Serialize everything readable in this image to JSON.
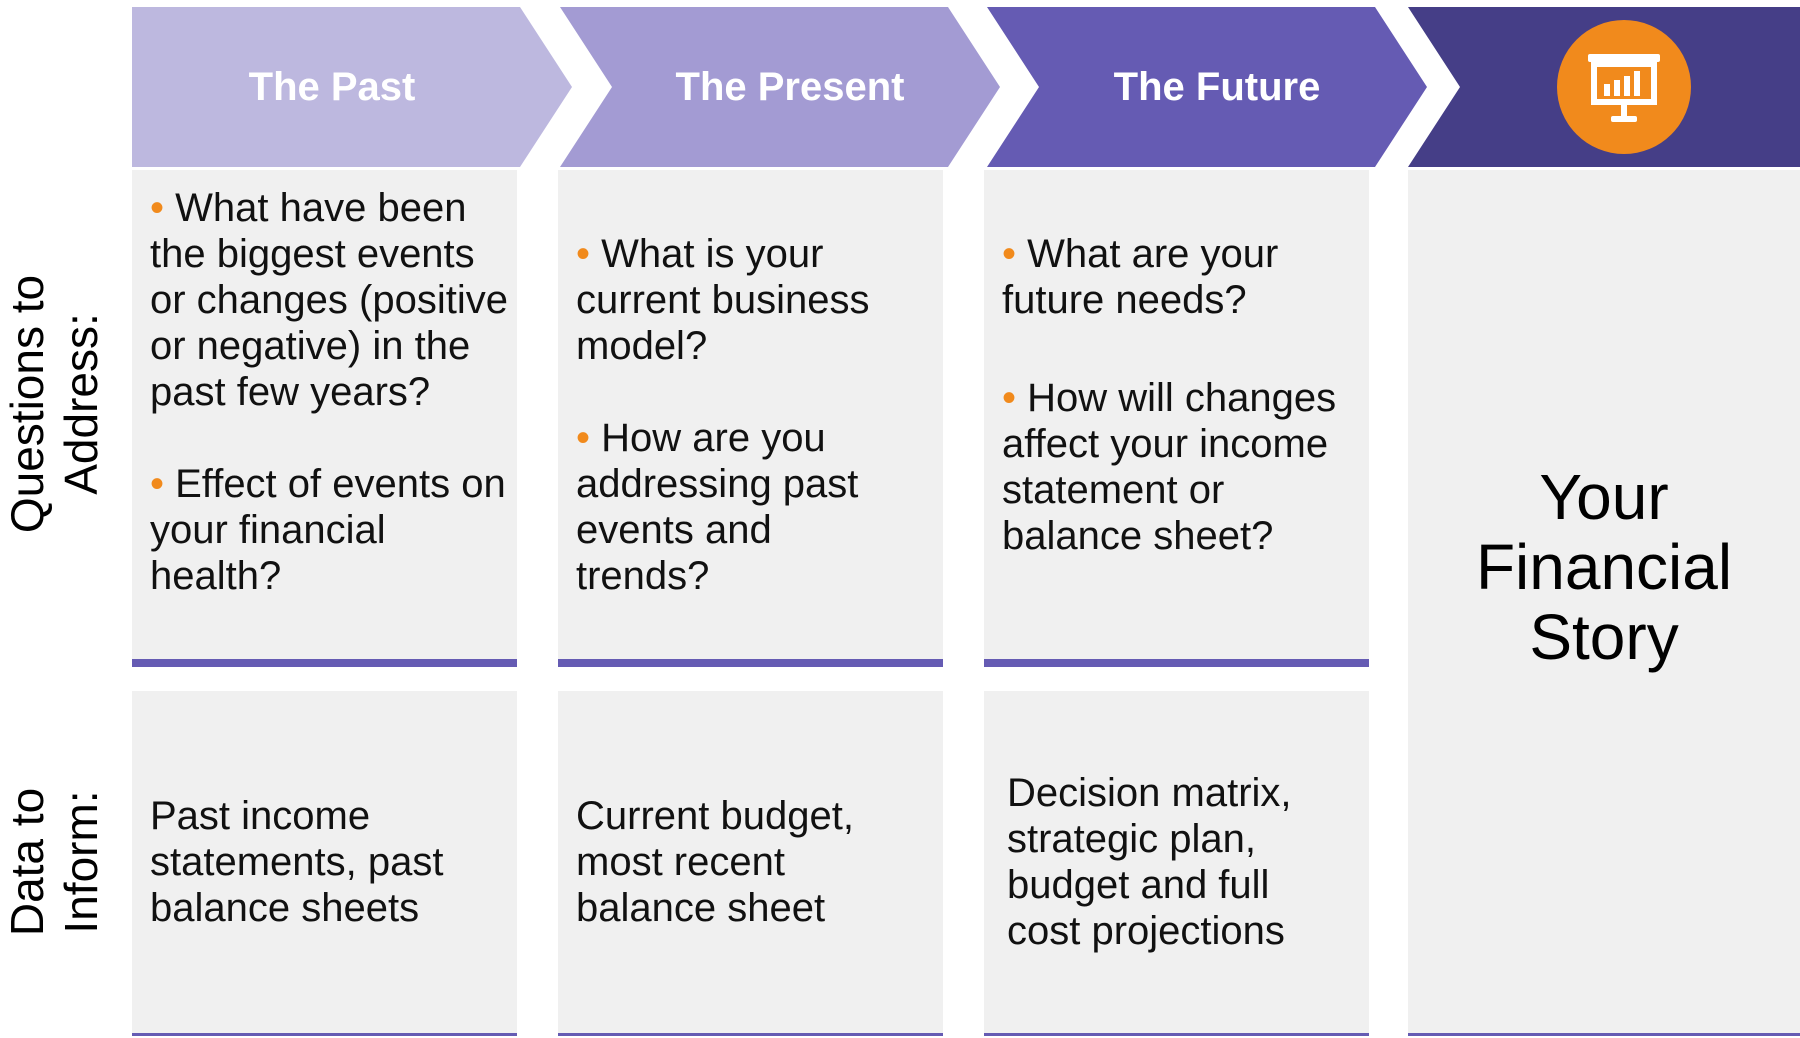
{
  "header": {
    "stages": [
      {
        "label": "The Past"
      },
      {
        "label": "The Present"
      },
      {
        "label": "The Future"
      }
    ],
    "final_icon": "presentation-chart-icon",
    "colors": {
      "past": "#bdb8df",
      "present": "#a39bd3",
      "future": "#655bb3",
      "story": "#453e87",
      "accent_orange": "#f18a1c",
      "panel_bg": "#f0f0f0"
    }
  },
  "row_labels": {
    "questions": {
      "line1": "Questions to",
      "line2": "Address:"
    },
    "data": {
      "line1": "Data to",
      "line2": "Inform:"
    }
  },
  "questions": {
    "past": [
      {
        "bullet": "•",
        "text": " What have been the biggest events or changes (positive or negative) in the past few years?"
      },
      {
        "bullet": "•",
        "text": " Effect of events on your financial health?"
      }
    ],
    "present": [
      {
        "bullet": "•",
        "text": " What is your current business model?"
      },
      {
        "bullet": "•",
        "text": " How are you addressing past events and trends?"
      }
    ],
    "future": [
      {
        "bullet": "•",
        "text": " What are your future needs?"
      },
      {
        "bullet": "•",
        "text": " How will changes affect your income statement or balance sheet?"
      }
    ]
  },
  "data_to_inform": {
    "past": "Past income statements, past balance sheets",
    "present": "Current budget, most recent balance sheet",
    "future": "Decision matrix, strategic plan, budget and full cost projections"
  },
  "story": {
    "line1": "Your",
    "line2": "Financial",
    "line3": "Story"
  }
}
